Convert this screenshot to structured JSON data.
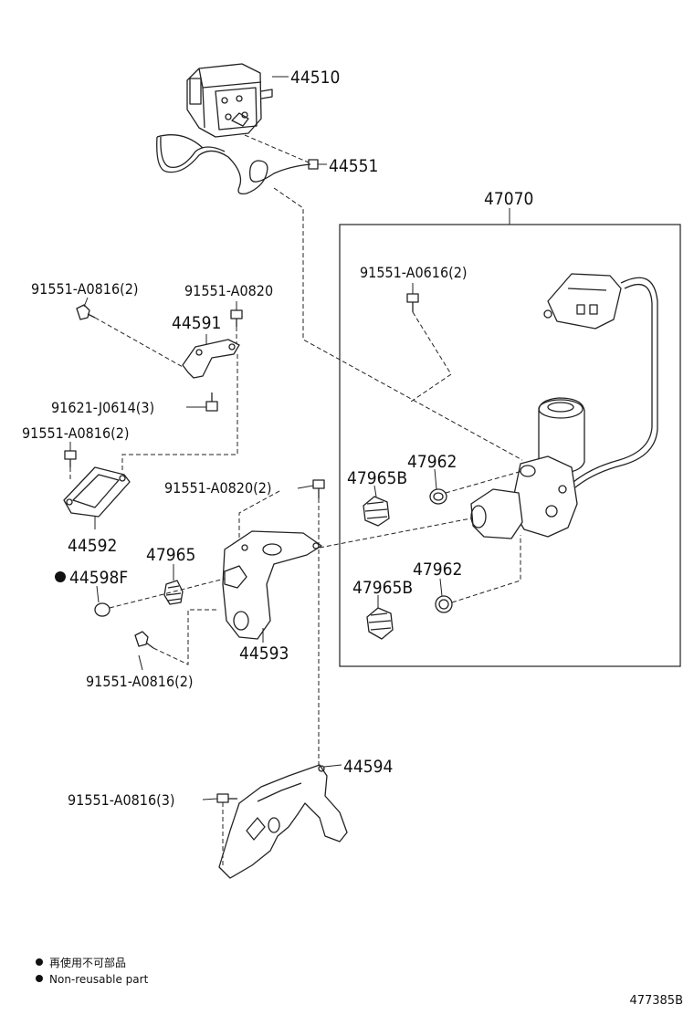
{
  "labels": {
    "p44510": "44510",
    "p44551": "44551",
    "p47070": "47070",
    "p91551_A0616_2": "91551-A0616(2)",
    "p91551_A0816_2_top": "91551-A0816(2)",
    "p91551_A0820": "91551-A0820",
    "p44591": "44591",
    "p91621_J0614_3": "91621-J0614(3)",
    "p91551_A0816_2_mid": "91551-A0816(2)",
    "p91551_A0820_2": "91551-A0820(2)",
    "p47962_upper": "47962",
    "p47965B_upper": "47965B",
    "p44592": "44592",
    "p47965": "47965",
    "p44598F": "44598F",
    "p47962_lower": "47962",
    "p47965B_lower": "47965B",
    "p44593": "44593",
    "p91551_A0816_2_low": "91551-A0816(2)",
    "p44594": "44594",
    "p91551_A0816_3": "91551-A0816(3)"
  },
  "legend": {
    "line1": "再使用不可部品",
    "line2": "Non-reusable part"
  },
  "diagram_id": "477385B"
}
